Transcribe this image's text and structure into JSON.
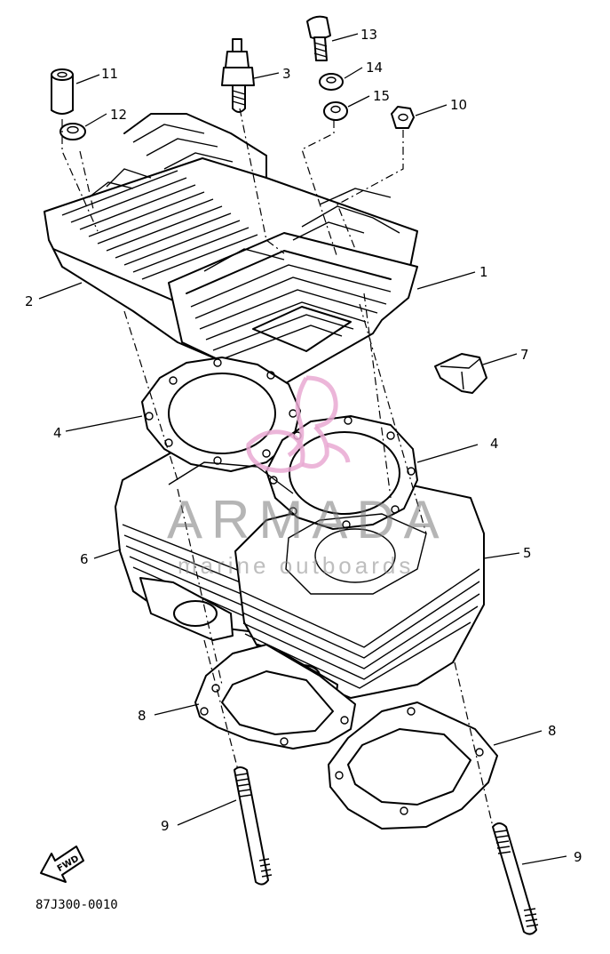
{
  "diagram": {
    "part_code": "87J300-0010",
    "fwd_label": "FWD",
    "callouts": {
      "c1": "1",
      "c2": "2",
      "c3": "3",
      "c4a": "4",
      "c4b": "4",
      "c5": "5",
      "c6": "6",
      "c7": "7",
      "c8a": "8",
      "c8b": "8",
      "c9a": "9",
      "c9b": "9",
      "c10": "10",
      "c11": "11",
      "c12": "12",
      "c13": "13",
      "c14": "14",
      "c15": "15"
    }
  },
  "watermark": {
    "brand": "ARMADA",
    "tagline": "marine outboards",
    "logo_color": "#e9a9d2"
  }
}
